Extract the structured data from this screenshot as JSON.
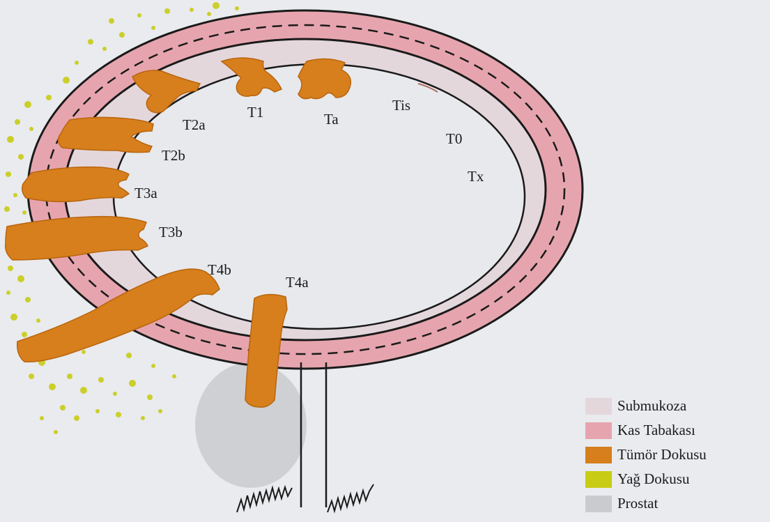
{
  "stage_labels": {
    "tis": "Tis",
    "t0": "T0",
    "tx": "Tx",
    "ta": "Ta",
    "t1": "T1",
    "t2a": "T2a",
    "t2b": "T2b",
    "t3a": "T3a",
    "t3b": "T3b",
    "t4a": "T4a",
    "t4b": "T4b"
  },
  "legend": {
    "items": [
      {
        "label": "Submukoza",
        "color": "#e4d7dc"
      },
      {
        "label": "Kas Tabakası",
        "color": "#e6a5ae"
      },
      {
        "label": "Tümör Dokusu",
        "color": "#d67f1c"
      },
      {
        "label": "Yağ Dokusu",
        "color": "#c8cc14"
      },
      {
        "label": "Prostat",
        "color": "#c9cbcf"
      }
    ]
  },
  "colors": {
    "background": "#e9ebee",
    "muscle": "#e6a5ae",
    "submucosa": "#e4d7dc",
    "lumen": "#e7e9ec",
    "tumor": "#d67f1c",
    "fat": "#c8cc14",
    "prostate": "#c9cbcf",
    "outline": "#1a1a1a"
  }
}
